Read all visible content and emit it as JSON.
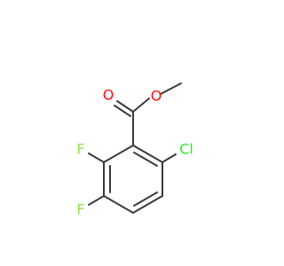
{
  "molecule": {
    "atoms": {
      "oxygen_carbonyl": {
        "symbol": "O",
        "color": "#ff0d0d"
      },
      "oxygen_ester": {
        "symbol": "O",
        "color": "#ff0d0d"
      },
      "fluorine_2": {
        "symbol": "F",
        "color": "#90e050"
      },
      "fluorine_3": {
        "symbol": "F",
        "color": "#90e050"
      },
      "chlorine_6": {
        "symbol": "Cl",
        "color": "#1ff01f"
      }
    },
    "bond_color": "#3a3a3a"
  }
}
